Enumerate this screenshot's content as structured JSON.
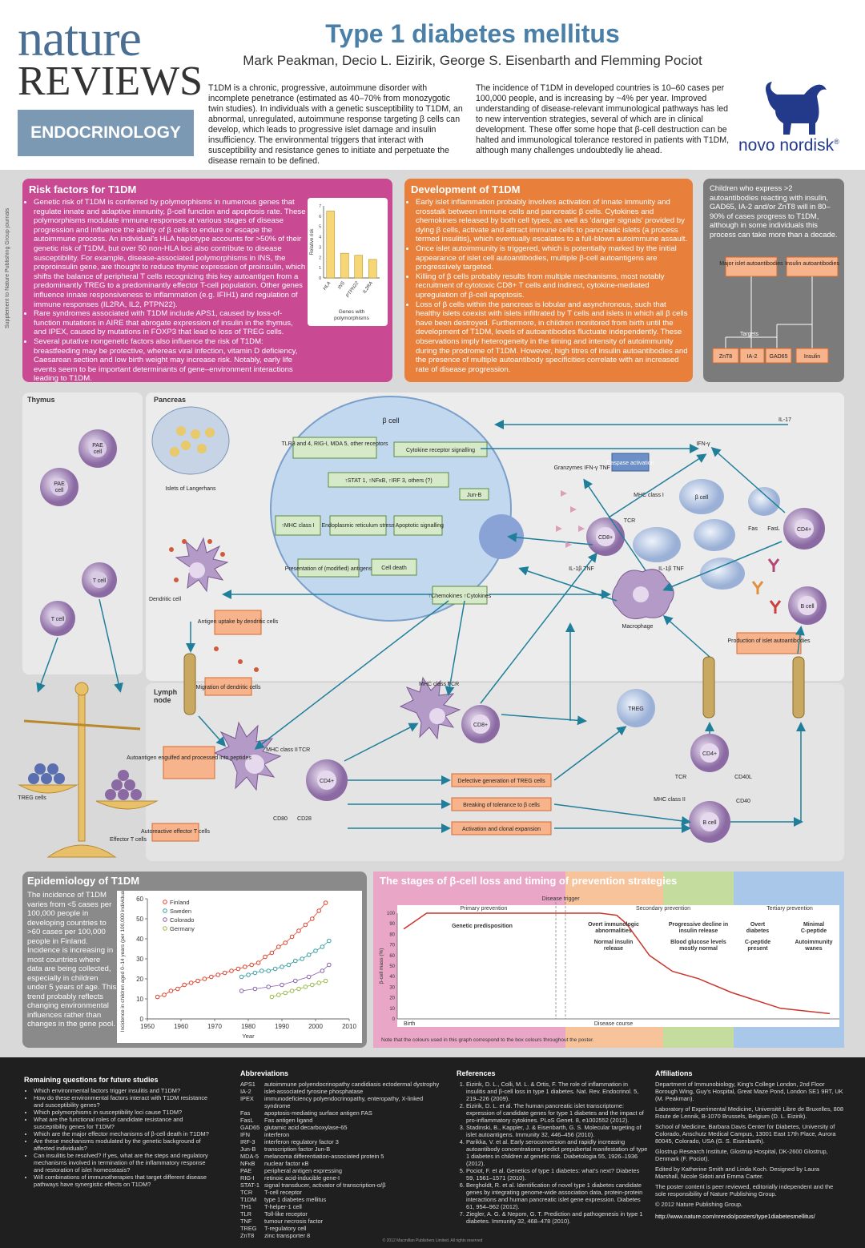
{
  "header": {
    "logo_nature": "nature",
    "logo_reviews": "REVIEWS",
    "logo_endo": "ENDOCRINOLOGY",
    "title": "Type 1 diabetes mellitus",
    "authors": "Mark Peakman, Decio L. Eizirik, George S. Eisenbarth and Flemming Pociot",
    "intro1": "T1DM is a chronic, progressive, autoimmune disorder with incomplete penetrance (estimated as 40–70% from monozygotic twin studies). In individuals with a genetic susceptibility to T1DM, an abnormal, unregulated, autoimmune response targeting β cells can develop, which leads to progressive islet damage and insulin insufficiency. The environmental triggers that interact with susceptibility and resistance genes to initiate and perpetuate the disease remain to be defined.",
    "intro2": "The incidence of T1DM in developed countries is 10–60 cases per 100,000 people, and is increasing by ~4% per year. Improved understanding of disease-relevant immunological pathways has led to new intervention strategies, several of which are in clinical development. These offer some hope that β-cell destruction can be halted and immunological tolerance restored in patients with T1DM, although many challenges undoubtedly lie ahead.",
    "sponsor": "novo nordisk",
    "sponsor_mark": "®",
    "side_note": "Supplement to Nature Publishing Group journals"
  },
  "risk": {
    "title": "Risk factors for T1DM",
    "bullets": [
      "Genetic risk of T1DM is conferred by polymorphisms in numerous genes that regulate innate and adaptive immunity, β-cell function and apoptosis rate. These polymorphisms modulate immune responses at various stages of disease progression and influence the ability of β cells to endure or escape the autoimmune process. An individual's HLA haplotype accounts for >50% of their genetic risk of T1DM, but over 50 non-HLA loci also contribute to disease susceptibility. For example, disease-associated polymorphisms in INS, the preproinsulin gene, are thought to reduce thymic expression of proinsulin, which shifts the balance of peripheral T cells recognizing this key autoantigen from a predominantly TREG to a predominantly effector T-cell population. Other genes influence innate responsiveness to inflammation (e.g. IFIH1) and regulation of immune responses (IL2RA, IL2, PTPN22).",
      "Rare syndromes associated with T1DM include APS1, caused by loss-of-function mutations in AIRE that abrogate expression of insulin in the thymus, and IPEX, caused by mutations in FOXP3 that lead to loss of TREG cells.",
      "Several putative nongenetic factors also influence the risk of T1DM: breastfeeding may be protective, whereas viral infection, vitamin D deficiency, Caesarean section and low birth weight may increase risk. Notably, early life events seem to be important determinants of gene–environment interactions leading to T1DM."
    ],
    "chart_caption": "Genes with polymorphisms",
    "chart_ylabel": "Relative risk"
  },
  "development": {
    "title": "Development of T1DM",
    "bullets": [
      "Early islet inflammation probably involves activation of innate immunity and crosstalk between immune cells and pancreatic β cells. Cytokines and chemokines released by both cell types, as well as 'danger signals' provided by dying β cells, activate and attract immune cells to pancreatic islets (a process termed insulitis), which eventually escalates to a full-blown autoimmune assault.",
      "Once islet autoimmunity is triggered, which is potentially marked by the initial appearance of islet cell autoantibodies, multiple β-cell autoantigens are progressively targeted.",
      "Killing of β cells probably results from multiple mechanisms, most notably recruitment of cytotoxic CD8+ T cells and indirect, cytokine-mediated upregulation of β-cell apoptosis.",
      "Loss of β cells within the pancreas is lobular and asynchronous, such that healthy islets coexist with islets infiltrated by T cells and islets in which all β cells have been destroyed. Furthermore, in children monitored from birth until the development of T1DM, levels of autoantibodies fluctuate independently. These observations imply heterogeneity in the timing and intensity of autoimmunity during the prodrome of T1DM. However, high titres of insulin autoantibodies and the presence of multiple autoantibody specificities correlate with an increased rate of disease progression."
    ]
  },
  "children": {
    "text": "Children who express >2 autoantibodies reacting with insulin, GAD65, IA-2 and/or ZnT8 will in 80–90% of cases progress to T1DM, although in some individuals this process can take more than a decade.",
    "box1": "Major islet autoantibodies",
    "box2": "Insulin autoantibodies",
    "targets": "Targets",
    "t1": "ZnT8",
    "t2": "IA-2",
    "t3": "GAD65",
    "t4": "Insulin"
  },
  "diagram": {
    "thymus": "Thymus",
    "pancreas": "Pancreas",
    "lymph": "Lymph node",
    "pae": "PAE cell",
    "tcell": "T cell",
    "islets": "Islets of Langerhans",
    "bcell_title": "β cell",
    "tlr": "TLR3 and 4, RIG-I, MDA 5, other receptors",
    "cytorec": "Cytokine receptor signalling",
    "stat": "↑STAT 1, ↑NFκB, ↑IRF 3, others (?)",
    "junb": "Jun-B",
    "mhc1": "↑MHC class I",
    "er": "Endoplasmic reticulum stress",
    "apop": "↑Apoptotic signalling",
    "present": "Presentation of (modified) antigens",
    "death": "Cell death",
    "chemo": "↑Chemokines ↑Cytokines",
    "dendritic": "Dendritic cell",
    "uptake": "Antigen uptake by dendritic cells",
    "migration": "Migration of dendritic cells",
    "granzymes": "Granzymes IFN-γ TNF Perforin",
    "caspase": "Caspase activation",
    "cd8": "CD8+",
    "cd4": "CD4+",
    "tcr": "TCR",
    "mhcI": "MHC class I",
    "mhcII": "MHC class II",
    "beta": "β cell",
    "fas": "Fas",
    "fasl": "FasL",
    "ifng": "IFN-γ",
    "il17": "IL-17",
    "il1b": "IL-1β TNF",
    "macro": "Macrophage",
    "bcell": "B cell",
    "prod": "Production of islet autoantibodies",
    "autoag": "Autoantigen engulfed and processed into peptides",
    "treg": "TREG",
    "defect": "Defective generation of TREG cells",
    "breaking": "Breaking of tolerance to β cells",
    "activation": "Activation and clonal expansion",
    "autoreactive": "Autoreactive effector T cells",
    "treg_cells": "TREG cells",
    "effector": "Effector T cells",
    "cd80": "CD80",
    "cd28": "CD28",
    "cd40l": "CD40L",
    "cd40": "CD40",
    "mhcII_b": "MHC class II"
  },
  "epidemiology": {
    "title": "Epidemiology of T1DM",
    "text": "The incidence of T1DM varies from <5 cases per 100,000 people in developing countries to >60 cases per 100,000 people in Finland. Incidence is increasing in most countries where data are being collected, especially in children under 5 years of age. This trend probably reflects changing environmental influences rather than changes in the gene pool."
  },
  "stages": {
    "title": "The stages of β-cell loss and timing of prevention strategies",
    "primary": "Primary prevention",
    "trigger": "Disease trigger",
    "secondary": "Secondary prevention",
    "tertiary": "Tertiary prevention",
    "genetic": "Genetic predisposition",
    "overt_imm": "Overt immunologic abnormalities",
    "normal_ins": "Normal insulin release",
    "prog": "Progressive decline in insulin release",
    "glucose": "Blood glucose levels mostly normal",
    "overt_dm": "Overt diabetes",
    "cpep": "C-peptide present",
    "minimal": "Minimal C-peptide",
    "autoimm": "Autoimmunity wanes",
    "ylabel": "β-cell mass (%)",
    "birth": "Birth",
    "course": "Disease course",
    "note": "Note that the colours used in this graph correspond to the box colours throughout the poster."
  },
  "chart_data": [
    {
      "type": "bar",
      "title": "",
      "ylabel": "Relative risk",
      "xlabel": "Genes with polymorphisms",
      "categories": [
        "HLA",
        "INS",
        "PTPN22",
        "IL2RA"
      ],
      "values": [
        6.5,
        2.4,
        2.2,
        1.8
      ],
      "ylim": [
        0,
        7
      ],
      "yticks": [
        0,
        1,
        2,
        3,
        4,
        5,
        6,
        7
      ],
      "color": "#f5d778"
    },
    {
      "type": "scatter",
      "title": "",
      "xlabel": "Year",
      "ylabel": "Incidence in children aged 0–14 years (per 100,000 individuals)",
      "xlim": [
        1950,
        2010
      ],
      "ylim": [
        0,
        60
      ],
      "xticks": [
        1950,
        1960,
        1970,
        1980,
        1990,
        2000,
        2010
      ],
      "yticks": [
        0,
        10,
        20,
        30,
        40,
        50,
        60
      ],
      "legend": "top-left",
      "series": [
        {
          "name": "Finland",
          "color": "#d9432f",
          "x": [
            1953,
            1955,
            1957,
            1959,
            1961,
            1963,
            1965,
            1967,
            1969,
            1971,
            1973,
            1975,
            1977,
            1979,
            1981,
            1983,
            1985,
            1987,
            1989,
            1991,
            1993,
            1995,
            1997,
            1999,
            2001,
            2003
          ],
          "y": [
            11,
            12,
            14,
            15,
            17,
            18,
            19,
            20,
            21,
            22,
            23,
            24,
            25,
            26,
            27,
            28,
            31,
            33,
            36,
            38,
            41,
            44,
            47,
            50,
            54,
            58
          ]
        },
        {
          "name": "Sweden",
          "color": "#3a9ea5",
          "x": [
            1978,
            1980,
            1982,
            1984,
            1986,
            1988,
            1990,
            1992,
            1994,
            1996,
            1998,
            2000,
            2002,
            2004
          ],
          "y": [
            21,
            22,
            23,
            24,
            24,
            25,
            26,
            27,
            29,
            30,
            32,
            34,
            36,
            39
          ]
        },
        {
          "name": "Colorado",
          "color": "#8b62a8",
          "x": [
            1978,
            1982,
            1986,
            1990,
            1994,
            1998,
            2002,
            2004
          ],
          "y": [
            14,
            15,
            16,
            17,
            19,
            21,
            24,
            27
          ]
        },
        {
          "name": "Germany",
          "color": "#9bb84a",
          "x": [
            1987,
            1989,
            1991,
            1993,
            1995,
            1997,
            1999,
            2001,
            2003
          ],
          "y": [
            11,
            12,
            13,
            14,
            15,
            16,
            17,
            18,
            19
          ]
        }
      ]
    },
    {
      "type": "line",
      "title": "",
      "ylabel": "β-cell mass (%)",
      "xlabel": "Disease course",
      "ylim": [
        0,
        100
      ],
      "yticks": [
        0,
        10,
        20,
        30,
        40,
        50,
        60,
        70,
        80,
        90,
        100
      ],
      "x": [
        0,
        0.07,
        0.6,
        0.65,
        0.68,
        0.75,
        0.82,
        0.9,
        1.0,
        1.15,
        1.3
      ],
      "y": [
        85,
        100,
        100,
        98,
        90,
        60,
        45,
        38,
        25,
        10,
        5
      ],
      "color": "#c8362c"
    }
  ],
  "footer": {
    "questions_title": "Remaining questions for future studies",
    "questions": [
      "Which environmental factors trigger insulitis and T1DM?",
      "How do these environmental factors interact with T1DM resistance and susceptibility genes?",
      "Which polymorphisms in susceptibility loci cause T1DM?",
      "What are the functional roles of candidate resistance and susceptibility genes for T1DM?",
      "Which are the major effector mechanisms of β-cell death in T1DM?",
      "Are these mechanisms modulated by the genetic background of affected individuals?",
      "Can insulitis be resolved? If yes, what are the steps and regulatory mechanisms involved in termination of the inflammatory response and restoration of islet homeostasis?",
      "Will combinations of immunotherapies that target different disease pathways have synergistic effects on T1DM?"
    ],
    "abbr_title": "Abbreviations",
    "abbr": [
      [
        "APS1",
        "autoimmune polyendocrinopathy candidiasis ectodermal dystrophy"
      ],
      [
        "IA-2",
        "islet-associated tyrosine phosphatase"
      ],
      [
        "IPEX",
        "immunodeficiency polyendocrinopathy, enteropathy, X-linked syndrome"
      ],
      [
        "Fas",
        "apoptosis-mediating surface antigen FAS"
      ],
      [
        "FasL",
        "Fas antigen ligand"
      ],
      [
        "GAD65",
        "glutamic acid decarboxylase-65"
      ],
      [
        "IFN",
        "interferon"
      ],
      [
        "IRF-3",
        "interferon regulatory factor 3"
      ],
      [
        "Jun-B",
        "transcription factor Jun-B"
      ],
      [
        "MDA-5",
        "melanoma differentiation-associated protein 5"
      ],
      [
        "NFκB",
        "nuclear factor κB"
      ],
      [
        "PAE",
        "peripheral antigen expressing"
      ],
      [
        "RIG-I",
        "retinoic acid-inducible gene-I"
      ],
      [
        "STAT-1",
        "signal transducer, activator of transcription-α/β"
      ],
      [
        "TCR",
        "T-cell receptor"
      ],
      [
        "T1DM",
        "type 1 diabetes mellitus"
      ],
      [
        "TH1",
        "T-helper-1 cell"
      ],
      [
        "TLR",
        "Toll-like receptor"
      ],
      [
        "TNF",
        "tumour necrosis factor"
      ],
      [
        "TREG",
        "T-regulatory cell"
      ],
      [
        "ZnT8",
        "zinc transporter 8"
      ]
    ],
    "refs_title": "References",
    "refs": [
      "Eizirik, D. L., Colli, M. L. & Ortis, F. The role of inflammation in insulitis and β-cell loss in type 1 diabetes. Nat. Rev. Endocrinol. 5, 219–226 (2009).",
      "Eizirik, D. L. et al. The human pancreatic islet transcriptome: expression of candidate genes for type 1 diabetes and the impact of pro-inflammatory cytokines. PLoS Genet. 8, e1002552 (2012).",
      "Stadinski, B., Kappler, J. & Eisenbarth, G. S. Molecular targeting of islet autoantigens. Immunity 32, 446–456 (2010).",
      "Parikka, V. et al. Early seroconversion and rapidly increasing autoantibody concentrations predict prepubertal manifestation of type 1 diabetes in children at genetic risk. Diabetologia 55, 1926–1936 (2012).",
      "Pociot, F. et al. Genetics of type 1 diabetes: what's next? Diabetes 59, 1561–1571 (2010).",
      "Bergholdt, R. et al. Identification of novel type 1 diabetes candidate genes by integrating genome-wide association data, protein-protein interactions and human pancreatic islet gene expression. Diabetes 61, 954–962 (2012).",
      "Ziegler, A. G. & Nepom, G. T. Prediction and pathogenesis in type 1 diabetes. Immunity 32, 468–478 (2010)."
    ],
    "aff_title": "Affiliations",
    "aff": [
      "Department of Immunobiology, King's College London, 2nd Floor Borough Wing, Guy's Hospital, Great Maze Pond, London SE1 9RT, UK (M. Peakman).",
      "Laboratory of Experimental Medicine, Université Libre de Bruxelles, 808 Route de Lennik, B-1070 Brussels, Belgium (D. L. Eizirik).",
      "School of Medicine, Barbara Davis Center for Diabetes, University of Colorado, Anschutz Medical Campus, 13001 East 17th Place, Aurora 80045, Colorado, USA (G. S. Eisenbarth).",
      "Glostrup Research Institute, Glostrup Hospital, DK-2600 Glostrup, Denmark (F. Pociot).",
      "Edited by Katherine Smith and Linda Koch. Designed by Laura Marshall, Nicole Sidoti and Emma Carter.",
      "The poster content is peer reviewed, editorially independent and the sole responsibility of Nature Publishing Group.",
      "© 2012 Nature Publishing Group."
    ],
    "url": "http://www.nature.com/nrendo/posters/type1diabetesmellitus/",
    "copyright": "© 2012 Macmillan Publishers Limited. All rights reserved"
  }
}
